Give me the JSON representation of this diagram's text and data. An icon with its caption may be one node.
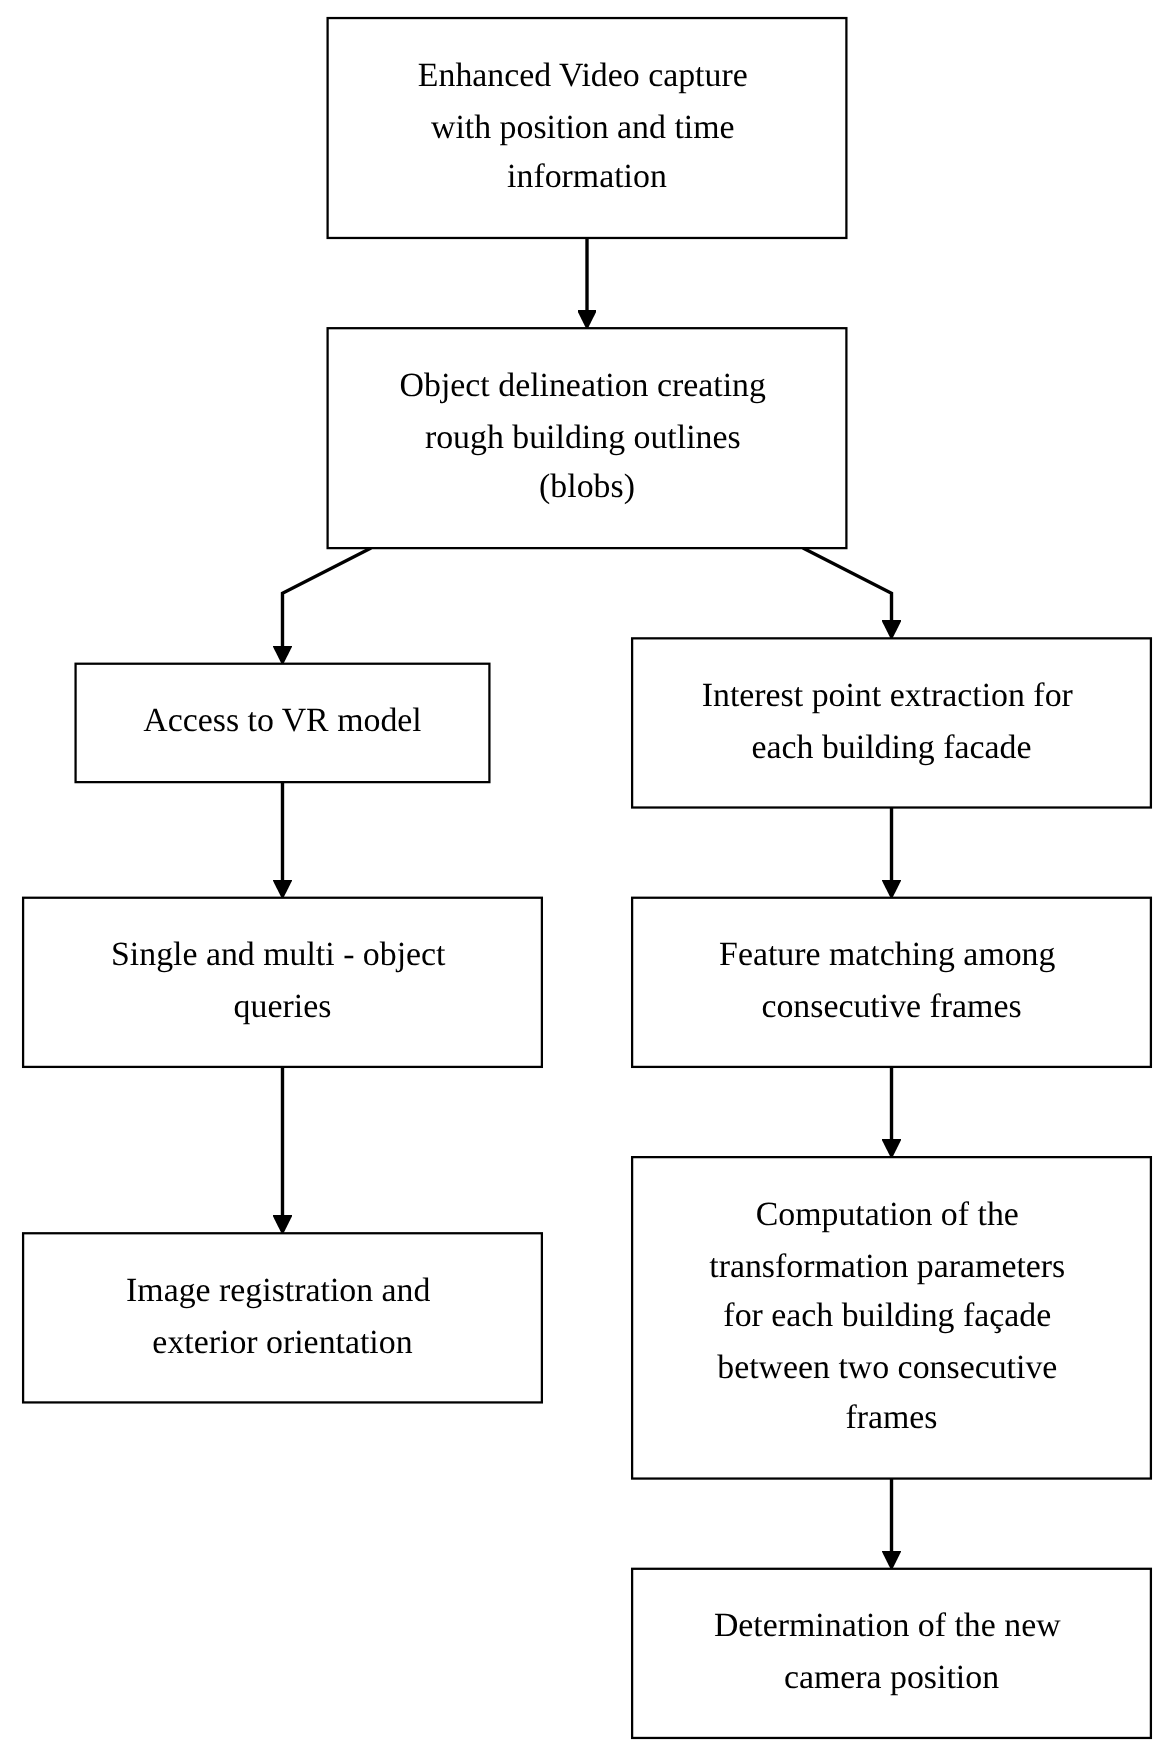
{
  "diagram": {
    "nodes": [
      {
        "text": [
          "Enhanced Video capture with position and time information"
        ]
      },
      {
        "text": [
          "Object delineation creating rough building outlines (blobs)"
        ]
      },
      {
        "text": [
          "Access to VR model"
        ]
      },
      {
        "text": [
          "Interest point extraction for each building facade"
        ]
      },
      {
        "text": [
          "Single and multi - object queries"
        ]
      },
      {
        "text": [
          "Image registration and exterior orientation"
        ]
      },
      {
        "text": [
          "Feature matching among consecutive frames"
        ]
      },
      {
        "text": [
          "Computation of the transformation parameters for each building façade between two consecutive frames"
        ]
      },
      {
        "text": [
          "Determination of the new camera position"
        ]
      }
    ],
    "edges": [
      {
        "from": 0,
        "to": 1,
        "arrow": "to"
      },
      {
        "from": 1,
        "to": 2,
        "arrow": "to"
      },
      {
        "from": 1,
        "to": 3,
        "arrow": "to"
      },
      {
        "from": 2,
        "to": 4,
        "arrow": "to"
      },
      {
        "from": 4,
        "to": 5,
        "arrow": "to"
      },
      {
        "from": 3,
        "to": 6,
        "arrow": "to"
      },
      {
        "from": 6,
        "to": 7,
        "arrow": "to"
      },
      {
        "from": 7,
        "to": 8,
        "arrow": "to"
      }
    ]
  }
}
